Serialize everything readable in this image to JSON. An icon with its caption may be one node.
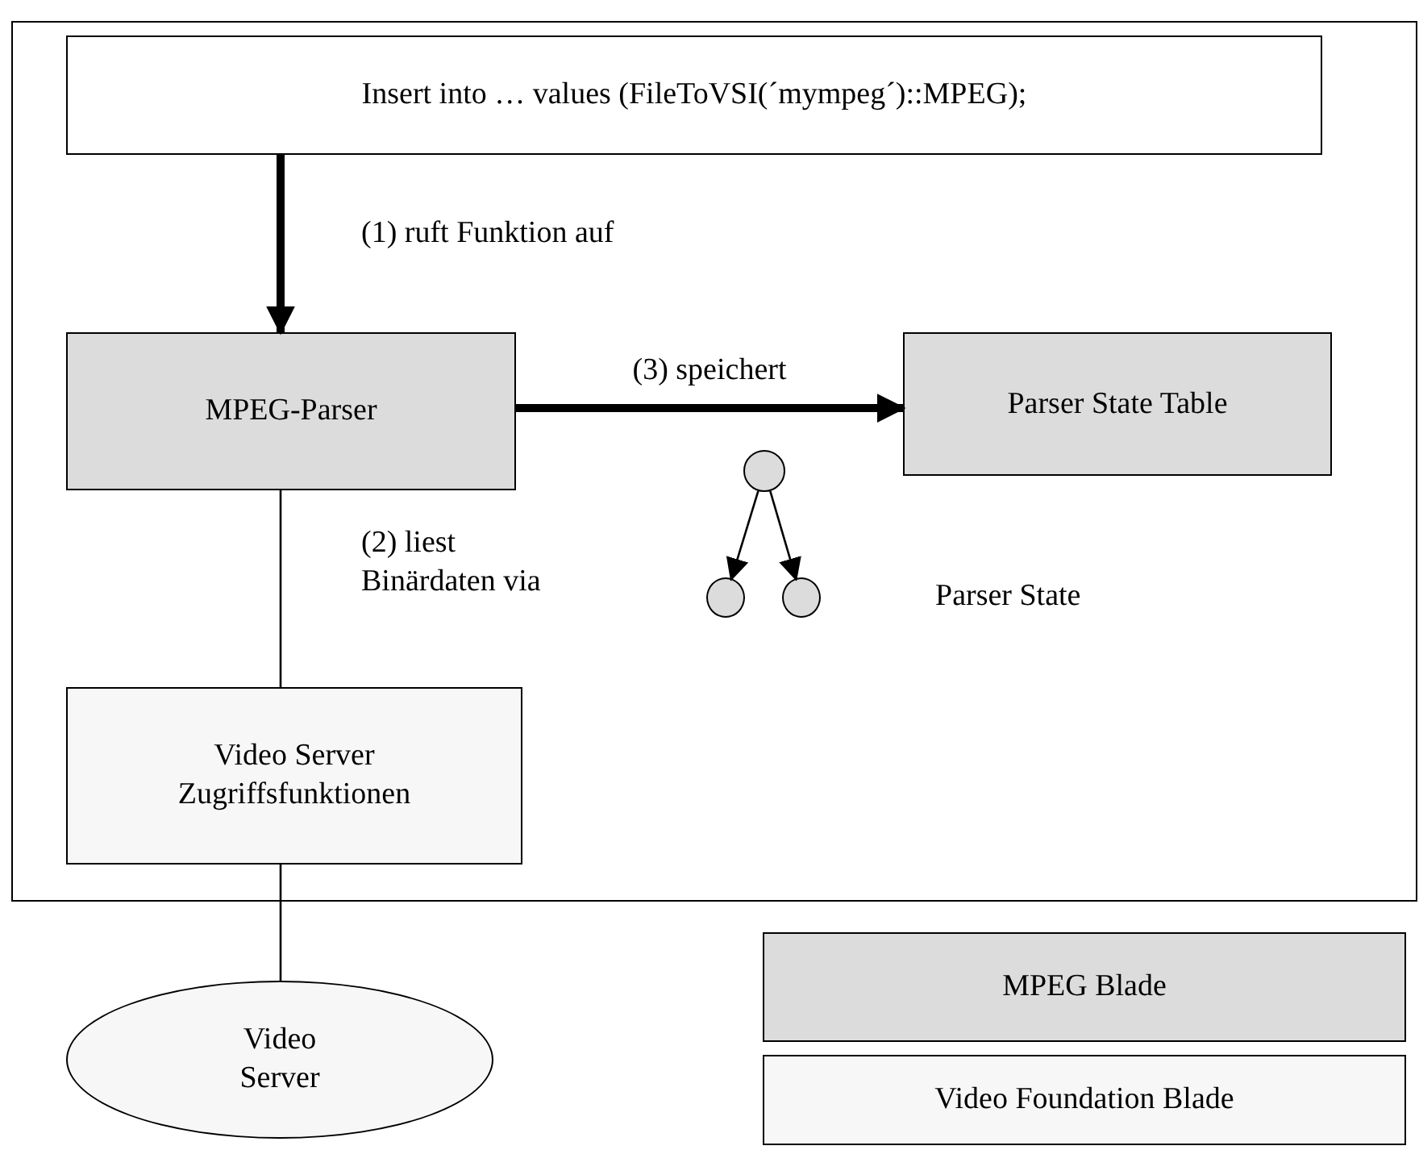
{
  "diagram": {
    "nodes": [
      {
        "text": [],
        "shape": "box"
      },
      {
        "text": [
          "Insert into … values (FileToVSI(´mympeg´)::MPEG);"
        ],
        "in": 0
      },
      {
        "text": [
          "MPEG-Parser"
        ],
        "in": 0
      },
      {
        "text": [
          "Parser State Table"
        ],
        "in": 0
      },
      {
        "text": [],
        "shape": "circle",
        "in": 0
      },
      {
        "text": [],
        "shape": "circle",
        "in": 0
      },
      {
        "text": [],
        "shape": "circle",
        "in": 0
      },
      {
        "text": [
          "Video Server Zugriffsfunktionen"
        ],
        "in": 0
      },
      {
        "text": [
          "Video Server"
        ]
      },
      {
        "text": [
          "MPEG Blade"
        ]
      },
      {
        "text": [
          "Video Foundation Blade"
        ]
      }
    ],
    "edges": [
      {
        "from": 1,
        "to": 2,
        "arrow": "to",
        "style": "thick",
        "label": "(1) ruft Funktion auf"
      },
      {
        "from": 2,
        "to": 3,
        "arrow": "to",
        "style": "thick",
        "label": "(3) speichert"
      },
      {
        "from": 2,
        "to": 7,
        "arrow": "none",
        "label": "(2) liest Binärdaten via"
      },
      {
        "from": 4,
        "to": 5,
        "arrow": "to"
      },
      {
        "from": 4,
        "to": 6,
        "arrow": "to"
      },
      {
        "from": 7,
        "to": 8,
        "arrow": "none"
      }
    ],
    "labels": [
      "Parser State"
    ]
  }
}
